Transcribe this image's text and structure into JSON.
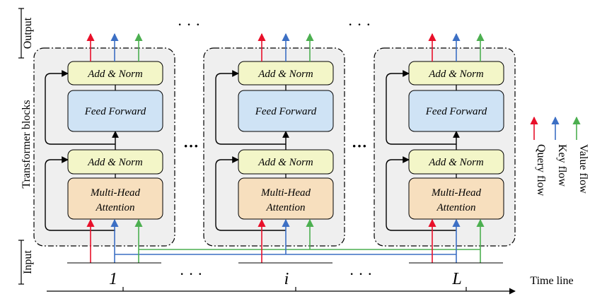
{
  "side_labels": {
    "output": "Output",
    "transformer_blocks": "Transformer blocks",
    "input": "Input"
  },
  "blocks": [
    {
      "id": "block-1",
      "add_norm_top": "Add & Norm",
      "feed_forward": "Feed Forward",
      "add_norm_bottom": "Add & Norm",
      "attention_line1": "Multi-Head",
      "attention_line2": "Attention",
      "time_label": "1"
    },
    {
      "id": "block-i",
      "add_norm_top": "Add & Norm",
      "feed_forward": "Feed Forward",
      "add_norm_bottom": "Add & Norm",
      "attention_line1": "Multi-Head",
      "attention_line2": "Attention",
      "time_label": "i"
    },
    {
      "id": "block-L",
      "add_norm_top": "Add & Norm",
      "feed_forward": "Feed Forward",
      "add_norm_bottom": "Add & Norm",
      "attention_line1": "Multi-Head",
      "attention_line2": "Attention",
      "time_label": "L"
    }
  ],
  "ellipsis_top": "· · ·",
  "ellipsis_mid": "···",
  "ellipsis_time": "· · ·",
  "legend": [
    {
      "label": "Query flow",
      "color": "#e8102a"
    },
    {
      "label": "Key flow",
      "color": "#3c6fc4"
    },
    {
      "label": "Value flow",
      "color": "#4caf50"
    }
  ],
  "time_line_label": "Time line",
  "colors": {
    "add_norm_fill": "#f3f6c8",
    "feed_forward_fill": "#cfe3f5",
    "attention_fill": "#f7dfbe",
    "block_fill": "#efefef",
    "query": "#e8102a",
    "key": "#3c6fc4",
    "value": "#4caf50"
  }
}
